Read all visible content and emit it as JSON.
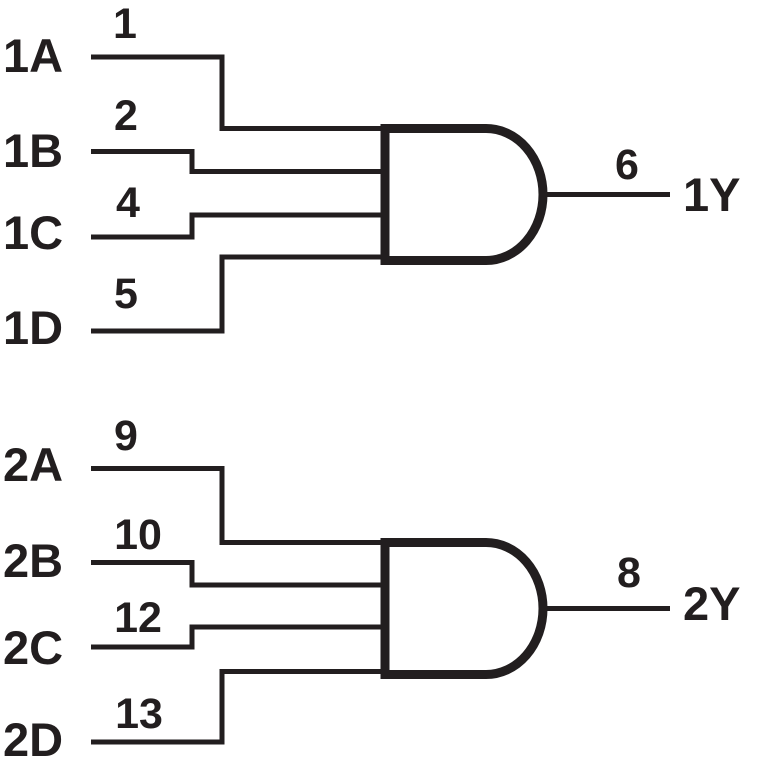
{
  "colors": {
    "ink": "#221e1f",
    "background": "#ffffff"
  },
  "gates": [
    {
      "symbol": "and-gate",
      "function": "AND",
      "inputs": [
        {
          "name": "1A",
          "pin": "1"
        },
        {
          "name": "1B",
          "pin": "2"
        },
        {
          "name": "1C",
          "pin": "4"
        },
        {
          "name": "1D",
          "pin": "5"
        }
      ],
      "output": {
        "name": "1Y",
        "pin": "6"
      }
    },
    {
      "symbol": "and-gate",
      "function": "AND",
      "inputs": [
        {
          "name": "2A",
          "pin": "9"
        },
        {
          "name": "2B",
          "pin": "10"
        },
        {
          "name": "2C",
          "pin": "12"
        },
        {
          "name": "2D",
          "pin": "13"
        }
      ],
      "output": {
        "name": "2Y",
        "pin": "8"
      }
    }
  ]
}
